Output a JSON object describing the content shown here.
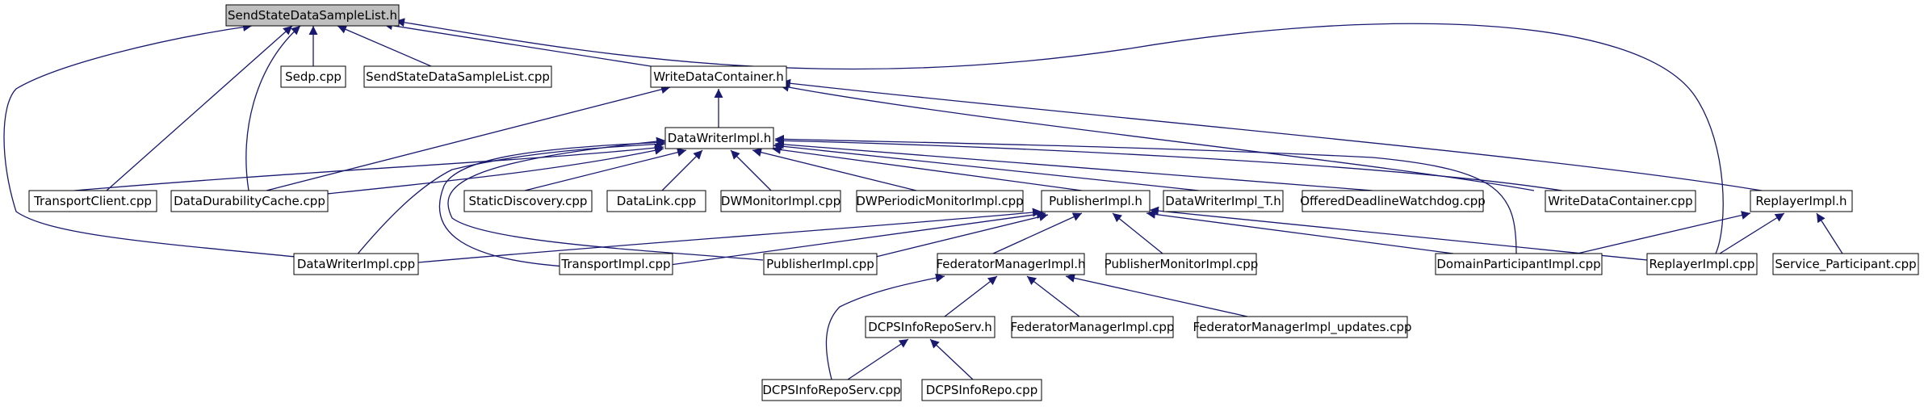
{
  "colors": {
    "edge": "#191970",
    "node_border": "#000000",
    "node_fill": "#ffffff",
    "root_fill": "#bfbfbf",
    "text": "#000000"
  },
  "nodes": {
    "send_state_data_sample_list_h": "SendStateDataSampleList.h",
    "sedp_cpp": "Sedp.cpp",
    "send_state_data_sample_list_cpp": "SendStateDataSampleList.cpp",
    "write_data_container_h": "WriteDataContainer.h",
    "data_writer_impl_h": "DataWriterImpl.h",
    "transport_client_cpp": "TransportClient.cpp",
    "data_durability_cache_cpp": "DataDurabilityCache.cpp",
    "static_discovery_cpp": "StaticDiscovery.cpp",
    "data_link_cpp": "DataLink.cpp",
    "dw_monitor_impl_cpp": "DWMonitorImpl.cpp",
    "dw_periodic_monitor_impl_cpp": "DWPeriodicMonitorImpl.cpp",
    "publisher_impl_h": "PublisherImpl.h",
    "data_writer_impl_t_h": "DataWriterImpl_T.h",
    "offered_deadline_watchdog_cpp": "OfferedDeadlineWatchdog.cpp",
    "write_data_container_cpp": "WriteDataContainer.cpp",
    "replayer_impl_h": "ReplayerImpl.h",
    "data_writer_impl_cpp": "DataWriterImpl.cpp",
    "transport_impl_cpp": "TransportImpl.cpp",
    "publisher_impl_cpp": "PublisherImpl.cpp",
    "federator_manager_impl_h": "FederatorManagerImpl.h",
    "publisher_monitor_impl_cpp": "PublisherMonitorImpl.cpp",
    "domain_participant_impl_cpp": "DomainParticipantImpl.cpp",
    "replayer_impl_cpp": "ReplayerImpl.cpp",
    "service_participant_cpp": "Service_Participant.cpp",
    "dcps_info_repo_serv_h": "DCPSInfoRepoServ.h",
    "federator_manager_impl_cpp": "FederatorManagerImpl.cpp",
    "federator_manager_impl_updates_cpp": "FederatorManagerImpl_updates.cpp",
    "dcps_info_repo_serv_cpp": "DCPSInfoRepoServ.cpp",
    "dcps_info_repo_cpp": "DCPSInfoRepo.cpp"
  }
}
